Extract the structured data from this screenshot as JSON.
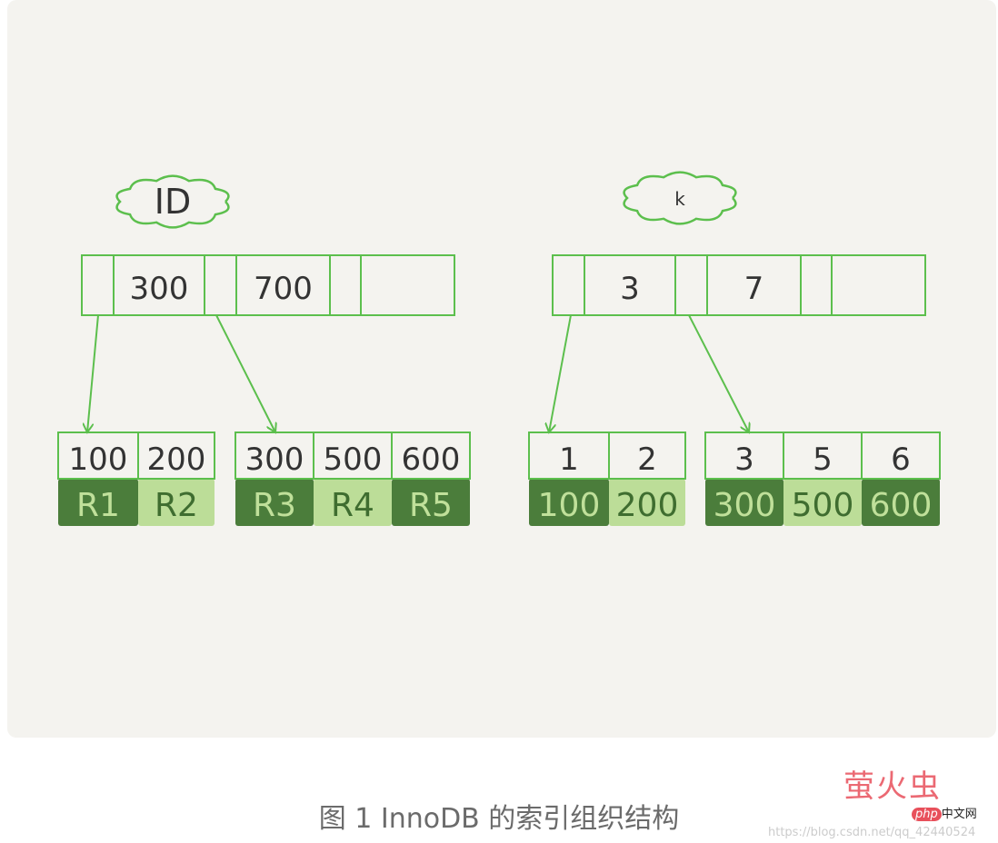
{
  "colors": {
    "border": "#5cbf4d",
    "dark": "#4b7d3b",
    "light": "#bcdd98",
    "text": "#333333",
    "dark_text": "#c0e09a",
    "light_text": "#3f6d30",
    "panel": "#f4f3ef"
  },
  "trees": [
    {
      "label": "ID",
      "root": [
        "",
        "300",
        "",
        "700",
        "",
        ""
      ],
      "leaves": [
        {
          "keys": [
            "100",
            "200"
          ],
          "values": [
            "R1",
            "R2"
          ]
        },
        {
          "keys": [
            "300",
            "500",
            "600"
          ],
          "values": [
            "R3",
            "R4",
            "R5"
          ]
        }
      ]
    },
    {
      "label": "k",
      "root": [
        "",
        "3",
        "",
        "7",
        "",
        ""
      ],
      "leaves": [
        {
          "keys": [
            "1",
            "2"
          ],
          "values": [
            "100",
            "200"
          ]
        },
        {
          "keys": [
            "3",
            "5",
            "6"
          ],
          "values": [
            "300",
            "500",
            "600"
          ]
        }
      ]
    }
  ],
  "caption": "图 1 InnoDB 的索引组织结构",
  "watermark": {
    "brand": "萤火虫",
    "site_php": "php",
    "site_cn": "中文网",
    "url": "https://blog.csdn.net/qq_42440524"
  }
}
